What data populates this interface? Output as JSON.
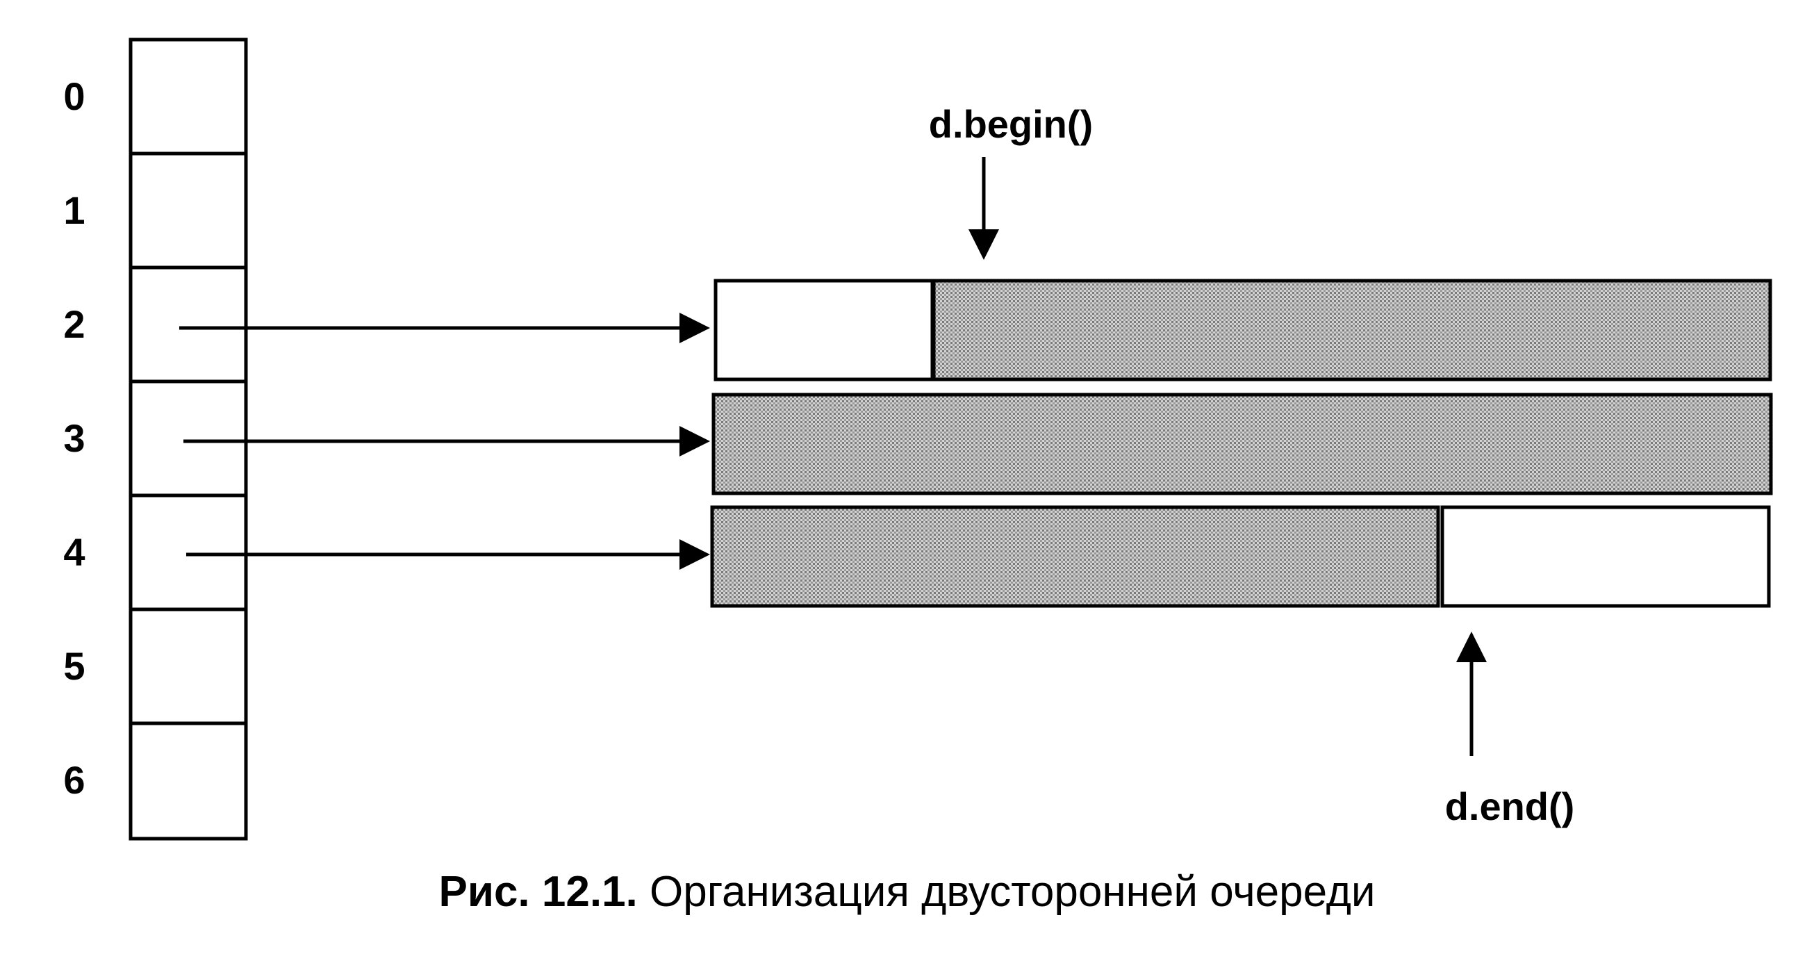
{
  "map": {
    "indices": [
      "0",
      "1",
      "2",
      "3",
      "4",
      "5",
      "6"
    ]
  },
  "labels": {
    "begin": "d.begin()",
    "end": "d.end()"
  },
  "caption": {
    "prefix": "Рис. 12.1.",
    "text": "Организация двусторонней очереди"
  },
  "blocks": [
    {
      "map_index": "2",
      "state": "partially filled at end"
    },
    {
      "map_index": "3",
      "state": "full"
    },
    {
      "map_index": "4",
      "state": "partially filled at start"
    }
  ],
  "colors": {
    "filled": "#b8b8b8",
    "empty": "#ffffff",
    "stroke": "#000000"
  }
}
